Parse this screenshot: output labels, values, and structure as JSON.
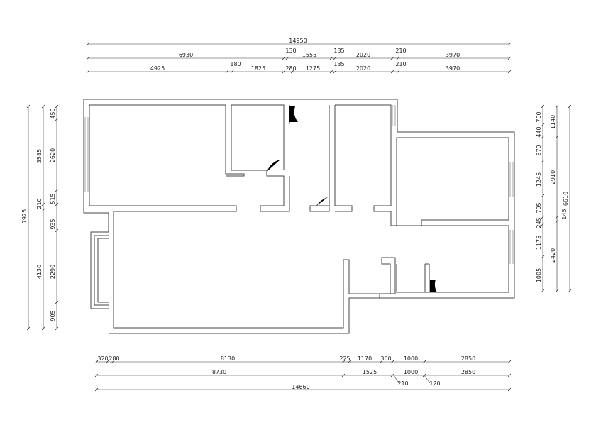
{
  "dimensions": {
    "top": {
      "row1": [
        "14950"
      ],
      "row2": [
        "6930",
        "130",
        "1555",
        "135",
        "2020",
        "210",
        "3970"
      ],
      "row3": [
        "4925",
        "180",
        "1825",
        "280",
        "1275",
        "135",
        "2020",
        "210",
        "3970"
      ]
    },
    "bottom": {
      "row1": [
        "320",
        "280",
        "8130",
        "225",
        "1170",
        "360",
        "1000",
        "2850"
      ],
      "row2": [
        "8730",
        "1525",
        "1000",
        "2850"
      ],
      "row2_extra": [
        "210",
        "120"
      ],
      "row3": [
        "14660"
      ]
    },
    "left": {
      "outer": [
        "7925"
      ],
      "mid": [
        "3585",
        "210",
        "4130"
      ],
      "inner": [
        "450",
        "2620",
        "515",
        "935",
        "2290",
        "905"
      ]
    },
    "right": {
      "inner": [
        "700",
        "440",
        "870",
        "1245",
        "795",
        "245",
        "1175",
        "1005"
      ],
      "mid": [
        "1140",
        "2910",
        "145",
        "2420"
      ],
      "outer": [
        "6610"
      ]
    }
  }
}
